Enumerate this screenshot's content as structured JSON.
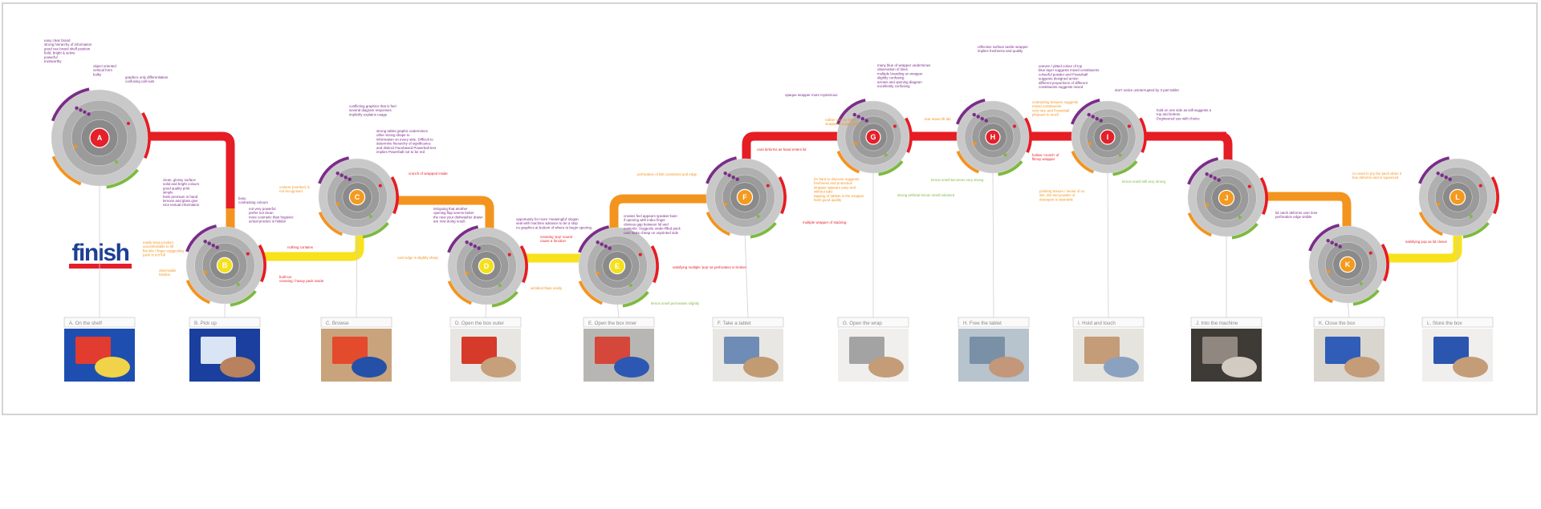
{
  "logo": {
    "text": "finish",
    "colors": {
      "red": "#e4202b",
      "blue": "#1d3f94"
    }
  },
  "colors": {
    "path_red": "#e51d24",
    "path_orange": "#f3941f",
    "path_yellow": "#f7e21b",
    "node_red": "#e4202b",
    "node_orange": "#f39a1f",
    "node_yellow": "#f5e01c",
    "purple": "#7b2d89",
    "green": "#7dba3f",
    "disk_outer": "#bcbcbc",
    "disk_mid": "#9e9e9e",
    "disk_inner": "#8a8a8a"
  },
  "nodes": [
    {
      "id": "A",
      "color": "red"
    },
    {
      "id": "B",
      "color": "yellow"
    },
    {
      "id": "C",
      "color": "orange"
    },
    {
      "id": "D",
      "color": "yellow"
    },
    {
      "id": "E",
      "color": "yellow"
    },
    {
      "id": "F",
      "color": "orange"
    },
    {
      "id": "G",
      "color": "red"
    },
    {
      "id": "H",
      "color": "red"
    },
    {
      "id": "I",
      "color": "red"
    },
    {
      "id": "J",
      "color": "orange"
    },
    {
      "id": "K",
      "color": "orange"
    },
    {
      "id": "L",
      "color": "orange"
    }
  ],
  "steps": [
    {
      "label": "A. On the shelf"
    },
    {
      "label": "B. Pick up"
    },
    {
      "label": "C. Browse"
    },
    {
      "label": "D. Open the box outer"
    },
    {
      "label": "E. Open the box inner"
    },
    {
      "label": "F. Take a tablet"
    },
    {
      "label": "G. Open the wrap"
    },
    {
      "label": "H. Free the tablet"
    },
    {
      "label": "I. Hold and touch"
    },
    {
      "label": "J. Into the machine"
    },
    {
      "label": "K. Close the box"
    },
    {
      "label": "L. Store the box"
    }
  ],
  "annotations": [
    {
      "color": "purple",
      "lines": [
        "easy clear brand",
        "strong hierarchy of information",
        "good use brand shelf position",
        "bold, bright & active",
        "powerful",
        "trustworthy"
      ]
    },
    {
      "color": "purple",
      "lines": [
        "object oriented",
        "vertical form",
        "bulky"
      ]
    },
    {
      "color": "purple",
      "lines": [
        "graphics only differentiation",
        "confusing call-outs"
      ]
    },
    {
      "color": "purple",
      "lines": [
        "clean, glossy surface",
        "solid and bright colours",
        "good quality print",
        "simple",
        "feels premium in hand",
        "lemons and glass give",
        "nice textual information"
      ]
    },
    {
      "color": "purple",
      "lines": [
        "busy",
        "contrasting colours"
      ]
    },
    {
      "color": "purple",
      "lines": [
        "not very powerful",
        "prefer not clean",
        "more cosmetic than hygienic",
        "actual product is hidden"
      ]
    },
    {
      "color": "orange",
      "lines": [
        "easily keep product",
        "uncomfortable to lift",
        "flat lids / finger suggesting",
        "pack is not full"
      ]
    },
    {
      "color": "orange",
      "lines": [
        "observable",
        "familiar"
      ]
    },
    {
      "color": "red",
      "lines": [
        "nothing contains"
      ]
    },
    {
      "color": "red",
      "lines": [
        "built too",
        "creasing / heavy pack inside"
      ]
    },
    {
      "color": "purple",
      "lines": [
        "conflicting graphics that is feel",
        "several diagram responses",
        "implicitly explains usage"
      ]
    },
    {
      "color": "purple",
      "lines": [
        "strong tablet graphic undermines",
        "other strong shape to",
        "information on every side. Difficult to",
        "determine hierarchy of significance",
        "and distinct Facebased Powerball text",
        "implies Powerball not to be red"
      ]
    },
    {
      "color": "orange",
      "lines": [
        "content (number) is",
        "not recognised"
      ]
    },
    {
      "color": "red",
      "lines": [
        "crunch of wrapped inside"
      ]
    },
    {
      "color": "purple",
      "lines": [
        "intriguing that another",
        "opening flap seems better",
        "the new your dishwasher drawn",
        "are now doing result"
      ]
    },
    {
      "color": "purple",
      "lines": [
        "opportunity for more 'meaningful' slogan",
        "seal with machine advance to be a strip",
        "no graphics at bottom of where to begin opening"
      ]
    },
    {
      "color": "orange",
      "lines": [
        "card edge is slightly sharp"
      ]
    },
    {
      "color": "orange",
      "lines": [
        "wrinkled flaps easily"
      ]
    },
    {
      "color": "red",
      "lines": [
        "creasing 'pop' sound",
        "cause a function"
      ]
    },
    {
      "color": "purple",
      "lines": [
        "creates feel appears speaker-bare",
        "if opening with index finger",
        "obvious gap between lid and",
        "contents. Suggests under-filled pack",
        "card looks cheap on unprinted side"
      ]
    },
    {
      "color": "red",
      "lines": [
        "satisfying multiple 'pop' as perforation is broken"
      ]
    },
    {
      "color": "green",
      "lines": [
        "lemon smell permeates slightly"
      ]
    },
    {
      "color": "orange",
      "lines": [
        "perforation of lids consistent and edge"
      ]
    },
    {
      "color": "red",
      "lines": [
        "card deforms as hand enters lid"
      ]
    },
    {
      "color": "orange",
      "lines": [
        "it's hard to discover suggests",
        "freshness and protection",
        "wrapper appears easy and",
        "without tabs",
        "tapping of tablets in the wrapper",
        "feels good quality"
      ]
    },
    {
      "color": "red",
      "lines": [
        "multiple wrapper of stacking"
      ]
    },
    {
      "color": "purple",
      "lines": [
        "opaque wrapper more mysterious"
      ]
    },
    {
      "color": "orange",
      "lines": [
        "rubber can be felt in",
        "wrapper through joints"
      ]
    },
    {
      "color": "purple",
      "lines": [
        "many blue of wrapper undermines",
        "observation of lines",
        "multiple branding on wrapper",
        "slightly confusing",
        "arrows and opening diagram",
        "excellently confusing"
      ]
    },
    {
      "color": "green",
      "lines": [
        "strong artificial lemon smell released"
      ]
    },
    {
      "color": "orange",
      "lines": [
        "tear slows lift tab"
      ]
    },
    {
      "color": "purple",
      "lines": [
        "reflective surface tactile wrapper",
        "implies freshness and quality"
      ]
    },
    {
      "color": "green",
      "lines": [
        "lemon smell becomes very strong"
      ]
    },
    {
      "color": "red",
      "lines": [
        "hollow 'crunch' of",
        "flimsy wrapper"
      ]
    },
    {
      "color": "purple",
      "lines": [
        "uneven / pitted colour of top",
        "blue layer suggests mixed constituents",
        "colourful powder and Powerball",
        "suggests designed action",
        "different proportions of different",
        "constituents suggests mixed"
      ]
    },
    {
      "color": "orange",
      "lines": [
        "contrasting textures suggests",
        "mixed constituents",
        "very rare and Powerball",
        "pleasant to touch"
      ]
    },
    {
      "color": "purple",
      "lines": [
        "don't notice uninterrupted by 3 part tablet"
      ]
    },
    {
      "color": "orange",
      "lines": [
        "pointing texture / sense of no",
        "sits, dirt and powder of",
        "detergent is desirable"
      ]
    },
    {
      "color": "green",
      "lines": [
        "lemon smell still very strong"
      ]
    },
    {
      "color": "purple",
      "lines": [
        "hold on one side as still suggests a",
        "top and bottom.",
        "Engineered use with choice"
      ]
    },
    {
      "color": "purple",
      "lines": [
        "lid catch deforms over time",
        "perforation edge visible"
      ]
    },
    {
      "color": "orange",
      "lines": [
        "no need to pry the pack when it",
        "box deforms and is squeezed"
      ]
    },
    {
      "color": "red",
      "lines": [
        "satisfying pop as lid closes"
      ]
    }
  ]
}
